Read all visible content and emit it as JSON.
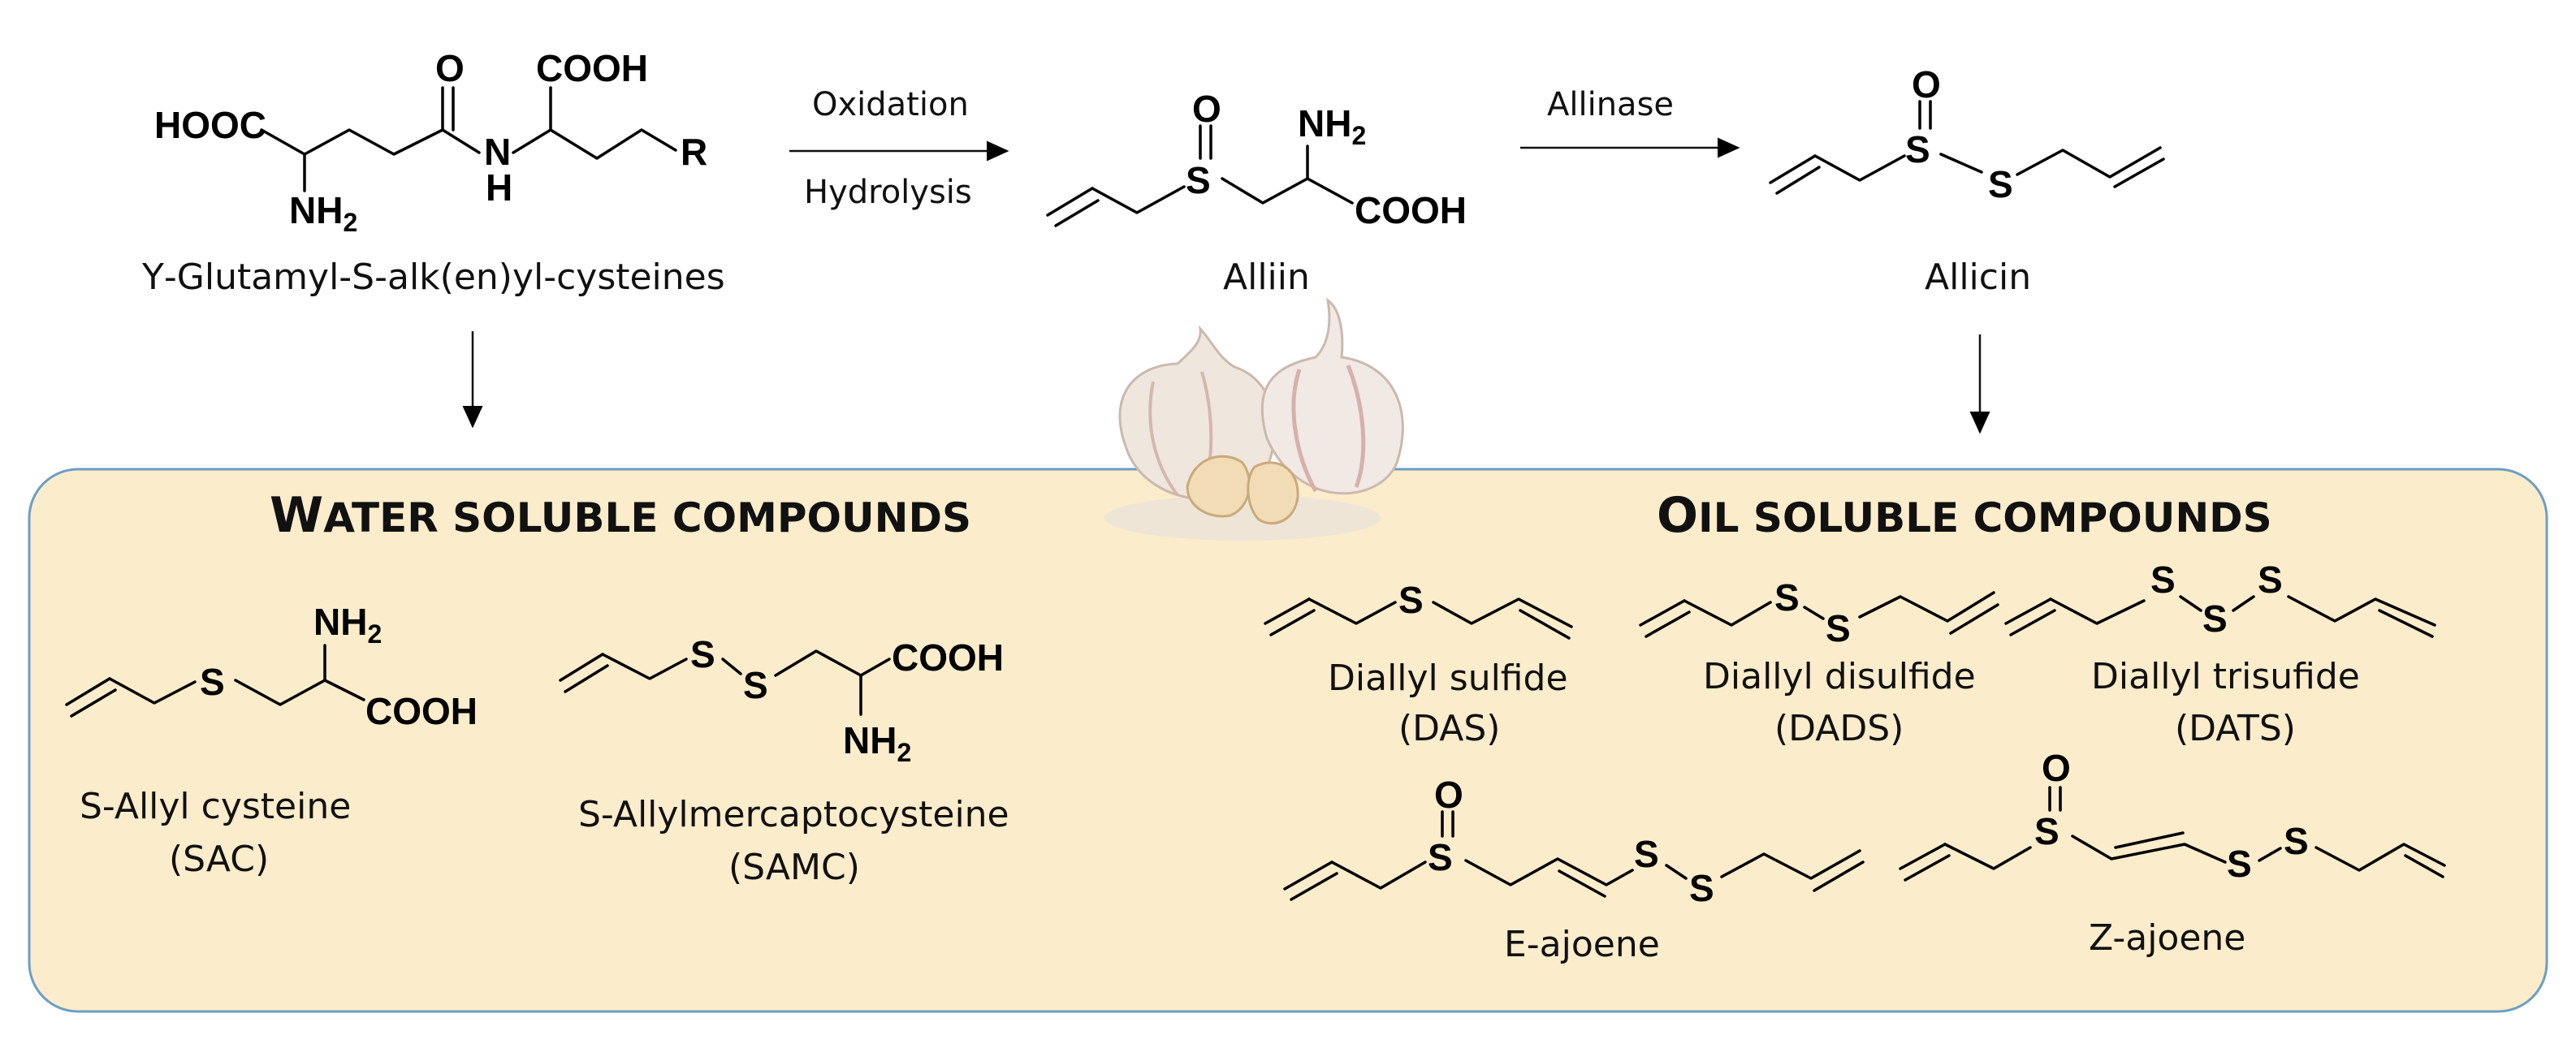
{
  "top": {
    "precursor": {
      "label": "Υ-Glutamyl-S-alk(en)yl-cysteines",
      "atoms": {
        "hooc": "HOOC",
        "o": "O",
        "cooh": "COOH",
        "n": "N",
        "h": "H",
        "r": "R",
        "nh": "NH",
        "two": "2"
      }
    },
    "step1": {
      "line1": "Oxidation",
      "line2": "Hydrolysis"
    },
    "alliin": {
      "label": "Alliin",
      "atoms": {
        "o": "O",
        "s": "S",
        "nh": "NH",
        "two": "2",
        "cooh": "COOH"
      }
    },
    "step2": {
      "label": "Allinase"
    },
    "allicin": {
      "label": "Allicin",
      "atoms": {
        "o": "O",
        "s": "S"
      }
    }
  },
  "water": {
    "heading": {
      "first": "W",
      "rest": "ATER SOLUBLE COMPOUNDS"
    },
    "sac": {
      "name": "S-Allyl cysteine",
      "abbr": "(SAC)",
      "atoms": {
        "s": "S",
        "nh": "NH",
        "two": "2",
        "cooh": "COOH"
      }
    },
    "samc": {
      "name": "S-Allylmercaptocysteine",
      "abbr": "(SAMC)",
      "atoms": {
        "s": "S",
        "nh": "NH",
        "two": "2",
        "cooh": "COOH"
      }
    }
  },
  "oil": {
    "heading": {
      "first": "O",
      "rest": "IL SOLUBLE COMPOUNDS"
    },
    "das": {
      "name": "Diallyl sulfide",
      "abbr": "(DAS)",
      "atoms": {
        "s": "S"
      }
    },
    "dads": {
      "name": "Diallyl disulfide",
      "abbr": "(DADS)",
      "atoms": {
        "s": "S"
      }
    },
    "dats": {
      "name": "Diallyl trisufide",
      "abbr": "(DATS)",
      "atoms": {
        "s": "S"
      }
    },
    "eajoene": {
      "name": "E-ajoene",
      "atoms": {
        "o": "O",
        "s": "S"
      }
    },
    "zajoene": {
      "name": "Z-ajoene",
      "atoms": {
        "o": "O",
        "s": "S"
      }
    }
  },
  "colors": {
    "panel_fill": "#fbeccb",
    "panel_border": "#6c9ec4",
    "garlic": "#efe6dd",
    "garlic_shade": "#d9b8b0",
    "clove": "#f2dcb5"
  },
  "icons": {
    "garlic": "garlic-bulbs-image"
  }
}
